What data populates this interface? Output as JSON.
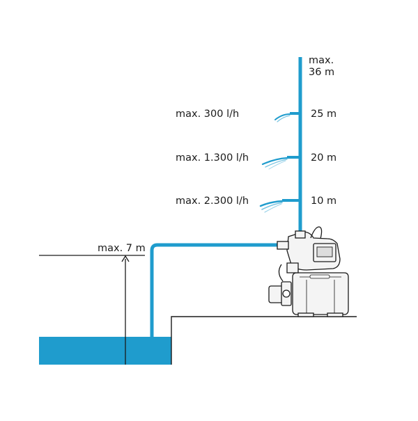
{
  "colors": {
    "water": "#1f9ccd",
    "pipe": "#1f9ccd",
    "line": "#1a1a1a",
    "pump_fill": "#f2f2f2"
  },
  "heights": [
    {
      "head": "max.\n36 m",
      "flow": ""
    },
    {
      "head": "25 m",
      "flow": "max. 300 l/h"
    },
    {
      "head": "20 m",
      "flow": "max. 1.300 l/h"
    },
    {
      "head": "10 m",
      "flow": "max. 2.300 l/h"
    }
  ],
  "suction": {
    "label": "max. 7 m"
  },
  "icons": {
    "pump": "garden-pump-icon",
    "arrow": "arrow-up-icon"
  }
}
